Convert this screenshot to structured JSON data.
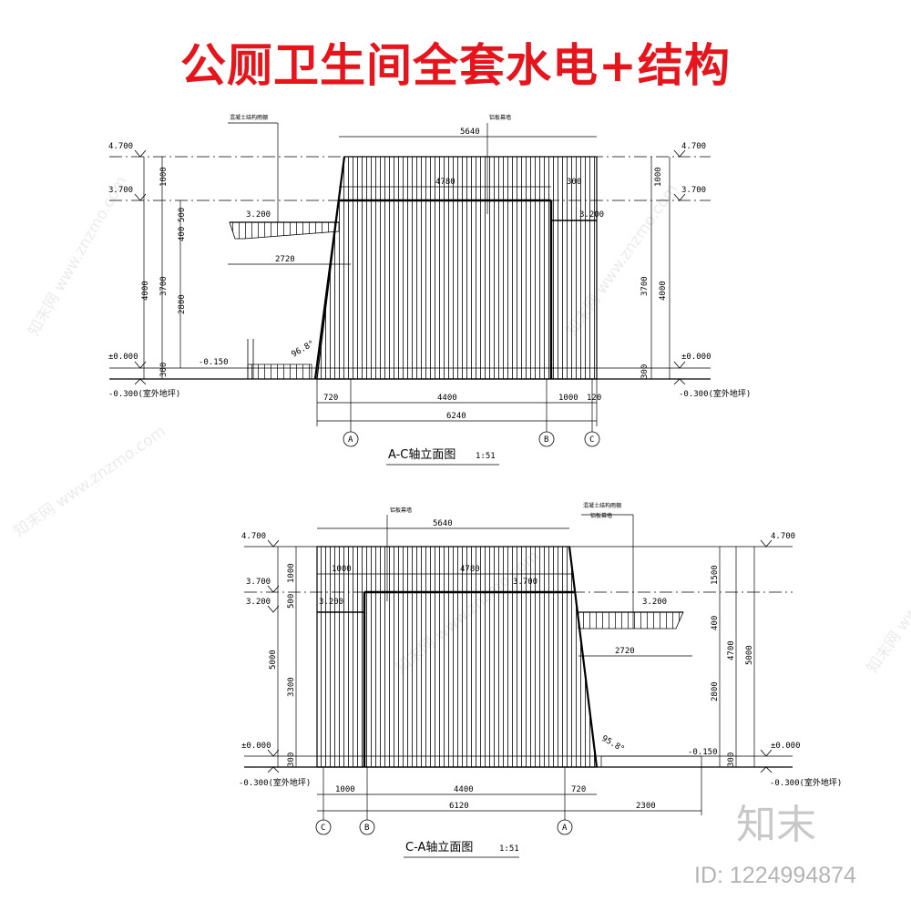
{
  "page_title": "公厕卫生间全套水电+结构",
  "elevation_top": {
    "caption": "A-C轴立面图",
    "scale": "1:51",
    "levels": {
      "top": "4.700",
      "mid": "3.700",
      "canopy": "3.200",
      "ground": "±0.000",
      "outdoor": "-0.300(室外地坪)",
      "step": "-0.150"
    },
    "vertical_dims_left": [
      "1000",
      "500",
      "400",
      "3700",
      "2800",
      "4000",
      "300"
    ],
    "vertical_dims_right": [
      "1000",
      "3700",
      "4000",
      "300"
    ],
    "horizontal_dims": [
      "5640",
      "4780",
      "300",
      "2720",
      "720",
      "4400",
      "1000",
      "120",
      "6240"
    ],
    "axes": [
      "A",
      "B",
      "C"
    ],
    "angle": "96.8°",
    "notes": [
      "混凝土结构雨棚",
      "铝板幕墙"
    ]
  },
  "elevation_bottom": {
    "caption": "C-A轴立面图",
    "scale": "1:51",
    "levels": {
      "top": "4.700",
      "mid": "3.700",
      "canopy": "3.200",
      "ground": "±0.000",
      "outdoor": "-0.300(室外地坪)",
      "step": "-0.150"
    },
    "vertical_dims_left": [
      "1000",
      "500",
      "5000",
      "3300",
      "300"
    ],
    "vertical_dims_right": [
      "1500",
      "400",
      "4700",
      "5000",
      "2800",
      "300"
    ],
    "horizontal_dims": [
      "5640",
      "1000",
      "4780",
      "2720",
      "1000",
      "4400",
      "720",
      "6120",
      "2300"
    ],
    "axes": [
      "C",
      "B",
      "A"
    ],
    "angle": "95.8°",
    "notes": [
      "铝板幕墙",
      "混凝土结构雨棚",
      "铝板幕墙"
    ]
  },
  "watermark": {
    "text": "知末网 www.znzmo.com",
    "logo": "知末",
    "id": "ID: 1224994874"
  }
}
